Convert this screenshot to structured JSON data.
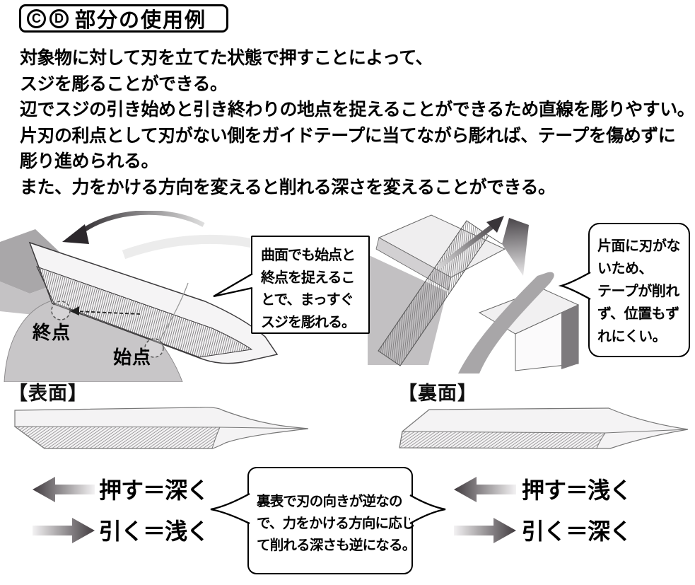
{
  "title": {
    "badge_c": "C",
    "badge_d": "D",
    "label": "部分の使用例"
  },
  "intro_lines": [
    "対象物に対して刃を立てた状態で押すことによって、",
    "スジを彫ることができる。",
    "辺でスジの引き始めと引き終わりの地点を捉えることができるため直線を彫りやすい。",
    "片刃の利点として刃がない側をガイドテープに当てながら彫れば、テープを傷めずに",
    "彫り進められる。",
    "また、力をかける方向を変えると削れる深さを変えることができる。"
  ],
  "curved_demo": {
    "end_point_label": "終点",
    "start_point_label": "始点",
    "bubble_lines": [
      "曲面でも始点と",
      "終点を捉えるこ",
      "とで、まっすぐ",
      "スジを彫れる。"
    ]
  },
  "tape_demo": {
    "bubble_lines": [
      "片面に刃がな",
      "いため、",
      "テープが削れ",
      "ず、位置もず",
      "れにくい。"
    ]
  },
  "front_view": {
    "section_label": "【表面】",
    "push_label": "押す＝深く",
    "pull_label": "引く＝浅く"
  },
  "back_view": {
    "section_label": "【裏面】",
    "push_label": "押す＝浅く",
    "pull_label": "引く＝深く"
  },
  "reverse_note_lines": [
    "裏表で刃の向きが逆なの",
    "で、力をかける方向に応じ",
    "て削れる深さも逆になる。"
  ],
  "colors": {
    "ink": "#000000",
    "background": "#ffffff",
    "illustration_light": "#f2f1f2",
    "illustration_mid": "#c6c4c6",
    "illustration_dark": "#7d7a7d",
    "arrow_dark": "#413b3f",
    "arrow_light": "#f3f2f3",
    "bubble_border": "#000000"
  }
}
